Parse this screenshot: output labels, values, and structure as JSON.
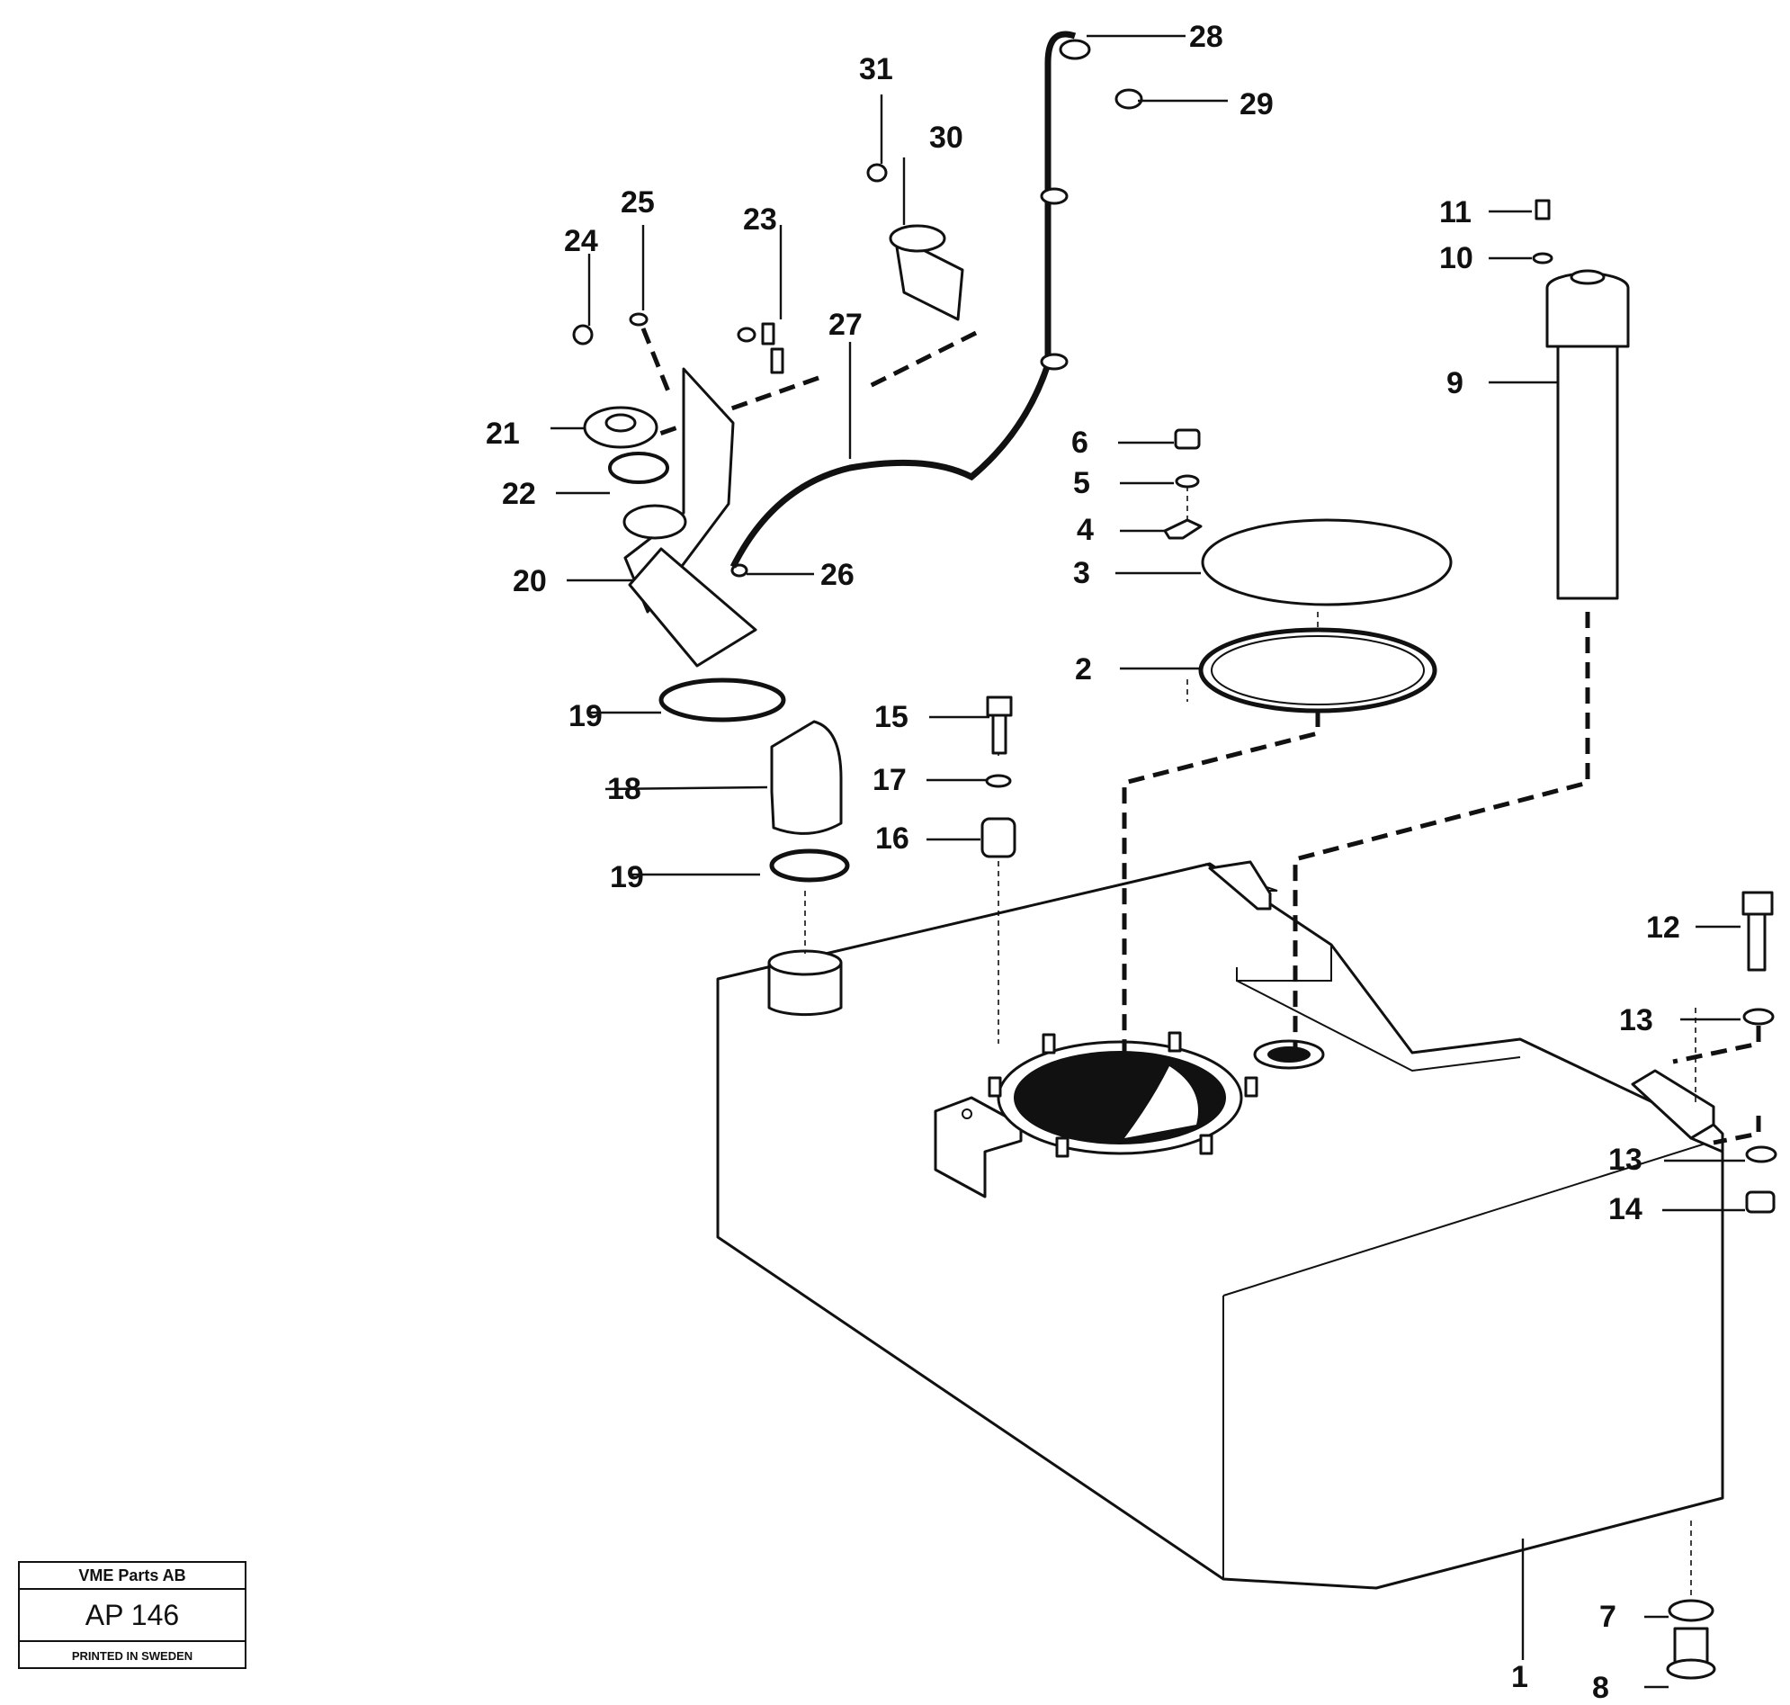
{
  "callouts": {
    "c1": "1",
    "c2": "2",
    "c3": "3",
    "c4": "4",
    "c5": "5",
    "c6": "6",
    "c7": "7",
    "c8": "8",
    "c9": "9",
    "c10": "10",
    "c11": "11",
    "c12": "12",
    "c13a": "13",
    "c13b": "13",
    "c14": "14",
    "c15": "15",
    "c16": "16",
    "c17": "17",
    "c18": "18",
    "c19a": "19",
    "c19b": "19",
    "c20": "20",
    "c21": "21",
    "c22": "22",
    "c23": "23",
    "c24": "24",
    "c25": "25",
    "c26": "26",
    "c27": "27",
    "c28": "28",
    "c29": "29",
    "c30": "30",
    "c31": "31"
  },
  "stamp": {
    "company": "VME Parts AB",
    "code": "AP 146",
    "printed": "PRINTED IN SWEDEN"
  }
}
